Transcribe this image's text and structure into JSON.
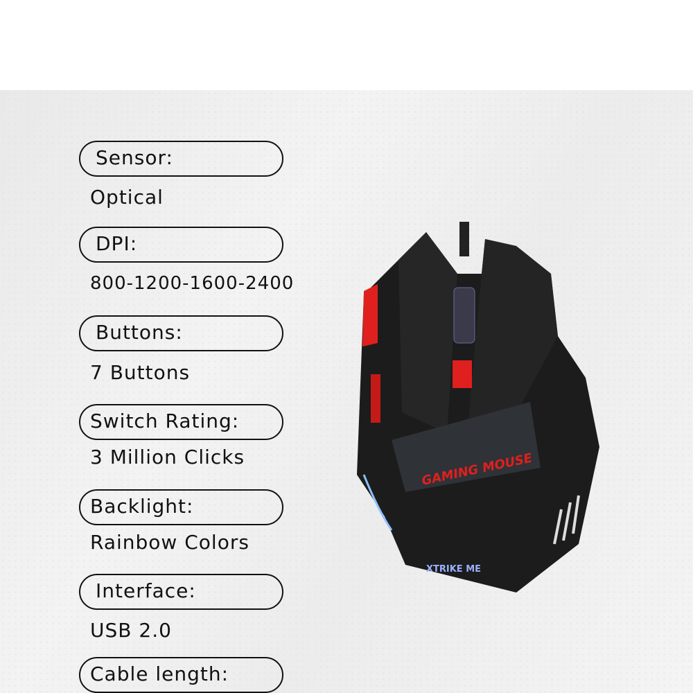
{
  "specs": [
    {
      "label": "Sensor:",
      "value": "Optical"
    },
    {
      "label": "DPI:",
      "value": "800-1200-1600-2400"
    },
    {
      "label": "Buttons:",
      "value": "7 Buttons"
    },
    {
      "label": "Switch Rating:",
      "value": "3 Million Clicks"
    },
    {
      "label": "Backlight:",
      "value": "Rainbow Colors"
    },
    {
      "label": "Interface:",
      "value": "USB 2.0"
    },
    {
      "label": "Cable length:",
      "value": null
    }
  ],
  "product": {
    "print_text": "GAMING MOUSE",
    "logo_text": "XTRIKE ME"
  },
  "colors": {
    "accent": "#e0201e",
    "body": "#1c1c1c",
    "outline": "#111111"
  }
}
